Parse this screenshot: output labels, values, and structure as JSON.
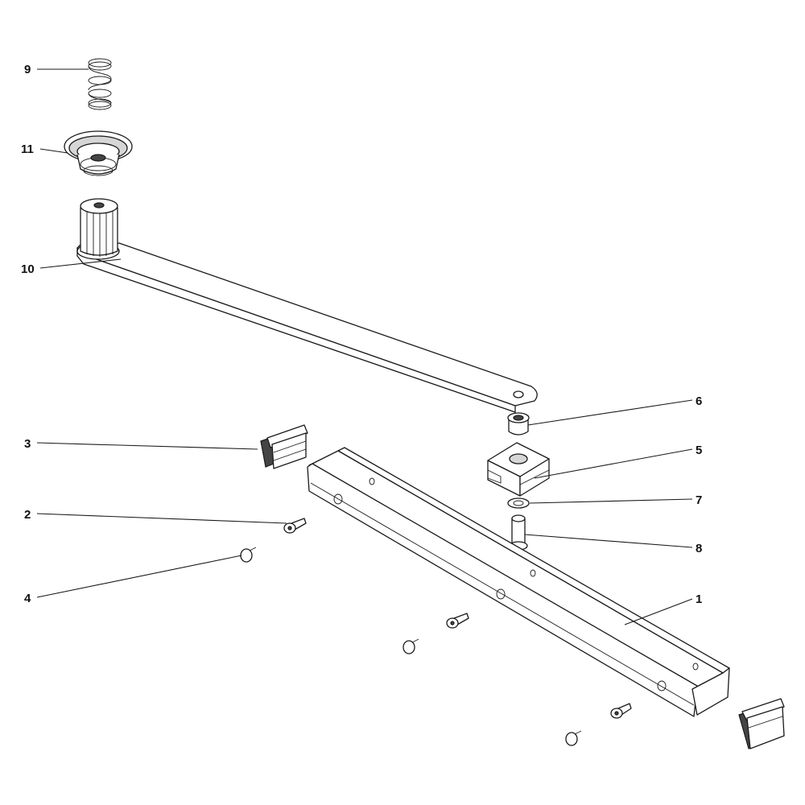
{
  "callouts": [
    {
      "id": "9",
      "label": "9"
    },
    {
      "id": "11",
      "label": "11"
    },
    {
      "id": "10",
      "label": "10"
    },
    {
      "id": "6",
      "label": "6"
    },
    {
      "id": "3",
      "label": "3"
    },
    {
      "id": "5",
      "label": "5"
    },
    {
      "id": "2",
      "label": "2"
    },
    {
      "id": "7",
      "label": "7"
    },
    {
      "id": "8",
      "label": "8"
    },
    {
      "id": "4",
      "label": "4"
    },
    {
      "id": "1",
      "label": "1"
    }
  ]
}
